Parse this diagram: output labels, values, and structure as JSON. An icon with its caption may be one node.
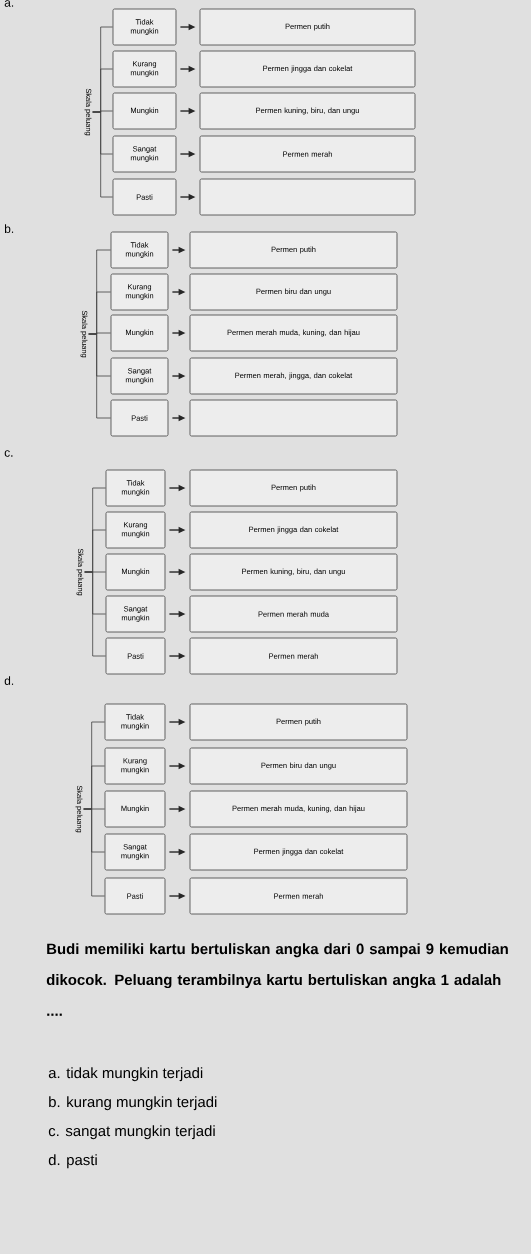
{
  "diagram": {
    "nodes": [
      {
        "text": [
          "Skala peluang"
        ]
      },
      {
        "text": [
          "Tidak mungkin"
        ]
      },
      {
        "text": [
          "Permen putih"
        ]
      },
      {
        "text": [
          "Kurang mungkin"
        ]
      },
      {
        "text": [
          "Permen jingga dan cokelat"
        ]
      },
      {
        "text": [
          "Mungkin"
        ]
      },
      {
        "text": [
          "Permen kuning, biru, dan ungu"
        ]
      },
      {
        "text": [
          "Sangat mungkin"
        ]
      },
      {
        "text": [
          "Permen merah"
        ]
      },
      {
        "text": [
          "Pasti"
        ]
      },
      {
        "text": [],
        "shape": "box"
      },
      {
        "text": [
          "Skala peluang"
        ]
      },
      {
        "text": [
          "Tidak mungkin"
        ]
      },
      {
        "text": [
          "Permen putih"
        ]
      },
      {
        "text": [
          "Kurang mungkin"
        ]
      },
      {
        "text": [
          "Permen biru dan ungu"
        ]
      },
      {
        "text": [
          "Mungkin"
        ]
      },
      {
        "text": [
          "Permen merah muda, kuning, dan hijau"
        ]
      },
      {
        "text": [
          "Sangat mungkin"
        ]
      },
      {
        "text": [
          "Permen merah, jingga, dan cokelat"
        ]
      },
      {
        "text": [
          "Pasti"
        ]
      },
      {
        "text": [],
        "shape": "box"
      },
      {
        "text": [
          "Skala peluang"
        ]
      },
      {
        "text": [
          "Tidak mungkin"
        ]
      },
      {
        "text": [
          "Permen putih"
        ]
      },
      {
        "text": [
          "Kurang mungkin"
        ]
      },
      {
        "text": [
          "Permen jingga dan cokelat"
        ]
      },
      {
        "text": [
          "Mungkin"
        ]
      },
      {
        "text": [
          "Permen kuning, biru, dan ungu"
        ]
      },
      {
        "text": [
          "Sangat mungkin"
        ]
      },
      {
        "text": [
          "Permen merah muda"
        ]
      },
      {
        "text": [
          "Pasti"
        ]
      },
      {
        "text": [
          "Permen merah"
        ]
      },
      {
        "text": [
          "Skala peluang"
        ]
      },
      {
        "text": [
          "Tidak mungkin"
        ]
      },
      {
        "text": [
          "Permen putih"
        ]
      },
      {
        "text": [
          "Kurang mungkin"
        ]
      },
      {
        "text": [
          "Permen biru dan ungu"
        ]
      },
      {
        "text": [
          "Mungkin"
        ]
      },
      {
        "text": [
          "Permen merah muda, kuning, dan hijau"
        ]
      },
      {
        "text": [
          "Sangat mungkin"
        ]
      },
      {
        "text": [
          "Permen jingga dan cokelat"
        ]
      },
      {
        "text": [
          "Pasti"
        ]
      },
      {
        "text": [
          "Permen merah"
        ]
      }
    ],
    "edges": [
      {
        "from": 0,
        "to": 1,
        "arrow": "none"
      },
      {
        "from": 0,
        "to": 3,
        "arrow": "none"
      },
      {
        "from": 0,
        "to": 5,
        "arrow": "none"
      },
      {
        "from": 0,
        "to": 7,
        "arrow": "none"
      },
      {
        "from": 0,
        "to": 9,
        "arrow": "none"
      },
      {
        "from": 1,
        "to": 2,
        "arrow": "to"
      },
      {
        "from": 3,
        "to": 4,
        "arrow": "to"
      },
      {
        "from": 5,
        "to": 6,
        "arrow": "to"
      },
      {
        "from": 7,
        "to": 8,
        "arrow": "to"
      },
      {
        "from": 9,
        "to": 10,
        "arrow": "to"
      },
      {
        "from": 11,
        "to": 12,
        "arrow": "none"
      },
      {
        "from": 11,
        "to": 14,
        "arrow": "none"
      },
      {
        "from": 11,
        "to": 16,
        "arrow": "none"
      },
      {
        "from": 11,
        "to": 18,
        "arrow": "none"
      },
      {
        "from": 11,
        "to": 20,
        "arrow": "none"
      },
      {
        "from": 12,
        "to": 13,
        "arrow": "to"
      },
      {
        "from": 14,
        "to": 15,
        "arrow": "to"
      },
      {
        "from": 16,
        "to": 17,
        "arrow": "to"
      },
      {
        "from": 18,
        "to": 19,
        "arrow": "to"
      },
      {
        "from": 20,
        "to": 21,
        "arrow": "to"
      },
      {
        "from": 22,
        "to": 23,
        "arrow": "none"
      },
      {
        "from": 22,
        "to": 25,
        "arrow": "none"
      },
      {
        "from": 22,
        "to": 27,
        "arrow": "none"
      },
      {
        "from": 22,
        "to": 29,
        "arrow": "none"
      },
      {
        "from": 22,
        "to": 31,
        "arrow": "none"
      },
      {
        "from": 23,
        "to": 24,
        "arrow": "to"
      },
      {
        "from": 25,
        "to": 26,
        "arrow": "to"
      },
      {
        "from": 27,
        "to": 28,
        "arrow": "to"
      },
      {
        "from": 29,
        "to": 30,
        "arrow": "to"
      },
      {
        "from": 31,
        "to": 32,
        "arrow": "to"
      },
      {
        "from": 33,
        "to": 34,
        "arrow": "none"
      },
      {
        "from": 33,
        "to": 36,
        "arrow": "none"
      },
      {
        "from": 33,
        "to": 38,
        "arrow": "none"
      },
      {
        "from": 33,
        "to": 40,
        "arrow": "none"
      },
      {
        "from": 33,
        "to": 42,
        "arrow": "none"
      },
      {
        "from": 34,
        "to": 35,
        "arrow": "to"
      },
      {
        "from": 36,
        "to": 37,
        "arrow": "to"
      },
      {
        "from": 38,
        "to": 39,
        "arrow": "to"
      },
      {
        "from": 40,
        "to": 41,
        "arrow": "to"
      },
      {
        "from": 42,
        "to": 43,
        "arrow": "to"
      }
    ],
    "labels": [
      "a.",
      "b.",
      "c.",
      "d.",
      "Budi memiliki kartu bertuliskan angka dari 0 sampai 9 kemudian dikocok. Peluang terambilnya kartu bertuliskan angka 1 adalah ....",
      "a. tidak mungkin terjadi",
      "b. kurang mungkin terjadi",
      "c. sangat mungkin terjadi",
      "d. pasti"
    ]
  }
}
